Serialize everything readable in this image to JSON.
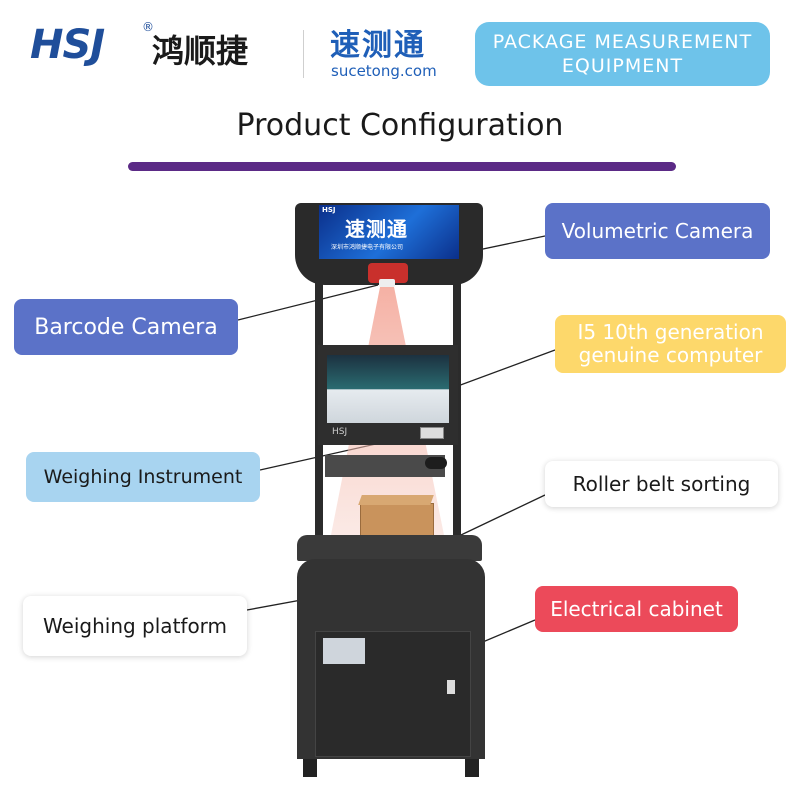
{
  "header": {
    "logo_text": "HSJ",
    "logo_reg": "®",
    "logo_cn": "鸿顺捷",
    "brand_cn": "速测通",
    "brand_url": "sucetong.com",
    "tag_line1": "PACKAGE MEASUREMENT",
    "tag_line2": "EQUIPMENT"
  },
  "title": "Product Configuration",
  "labels": {
    "volumetric_camera": "Volumetric Camera",
    "barcode_camera": "Barcode Camera",
    "computer_line1": "I5 10th generation",
    "computer_line2": "genuine computer",
    "weighing_instrument": "Weighing Instrument",
    "roller_belt": "Roller belt sorting",
    "weighing_platform": "Weighing platform",
    "electrical_cabinet": "Electrical cabinet"
  },
  "machine": {
    "top_logo": "HSJ",
    "top_cn": "速测通",
    "top_company": "深圳市鸿顺捷电子有限公司",
    "panel_brand": "HSJ"
  },
  "colors": {
    "brand_blue": "#1f4e9a",
    "title_rule": "#5b2a86",
    "label_blue": "#5b72c8",
    "label_yellow": "#fdd86b",
    "label_lightblue": "#a8d4f0",
    "label_red": "#ec4a5a"
  }
}
